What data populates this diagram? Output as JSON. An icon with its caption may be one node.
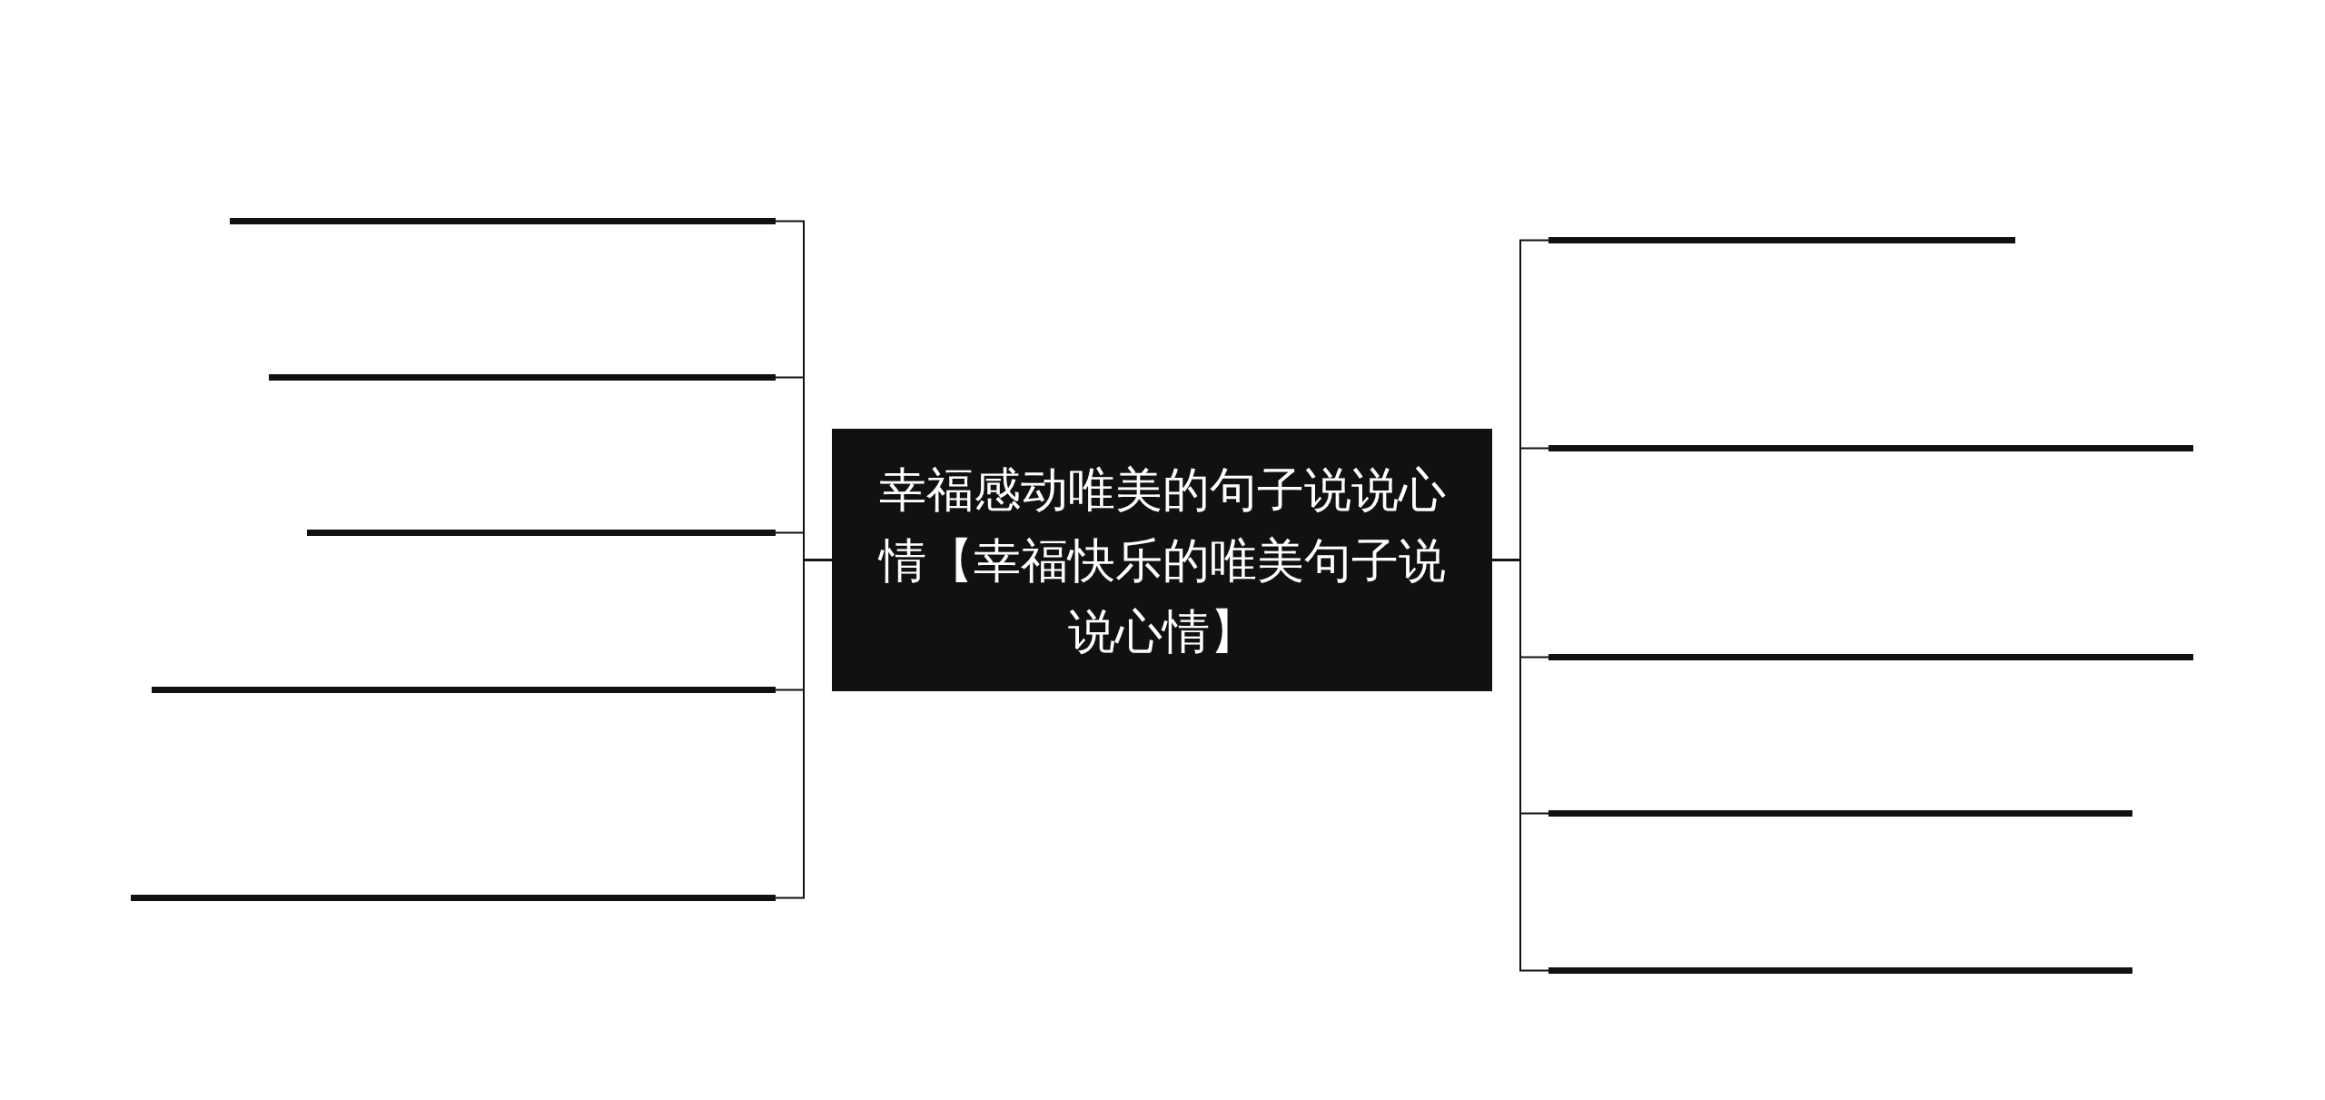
{
  "diagram": {
    "nodes": [
      {
        "text": [
          "幸福感动唯美的句子说说心情【幸福快乐的唯美句子说说心情】"
        ]
      },
      {
        "text": [],
        "shape": "bar"
      },
      {
        "text": [],
        "shape": "bar"
      },
      {
        "text": [],
        "shape": "bar"
      },
      {
        "text": [],
        "shape": "bar"
      },
      {
        "text": [],
        "shape": "bar"
      },
      {
        "text": [],
        "shape": "bar"
      },
      {
        "text": [],
        "shape": "bar"
      },
      {
        "text": [],
        "shape": "bar"
      },
      {
        "text": [],
        "shape": "bar"
      },
      {
        "text": [],
        "shape": "bar"
      }
    ],
    "edges": [
      {
        "from": 0,
        "to": 1,
        "arrow": "none"
      },
      {
        "from": 0,
        "to": 2,
        "arrow": "none"
      },
      {
        "from": 0,
        "to": 3,
        "arrow": "none"
      },
      {
        "from": 0,
        "to": 4,
        "arrow": "none"
      },
      {
        "from": 0,
        "to": 5,
        "arrow": "none"
      },
      {
        "from": 0,
        "to": 6,
        "arrow": "none"
      },
      {
        "from": 0,
        "to": 7,
        "arrow": "none"
      },
      {
        "from": 0,
        "to": 8,
        "arrow": "none"
      },
      {
        "from": 0,
        "to": 9,
        "arrow": "none"
      },
      {
        "from": 0,
        "to": 10,
        "arrow": "none"
      }
    ]
  }
}
